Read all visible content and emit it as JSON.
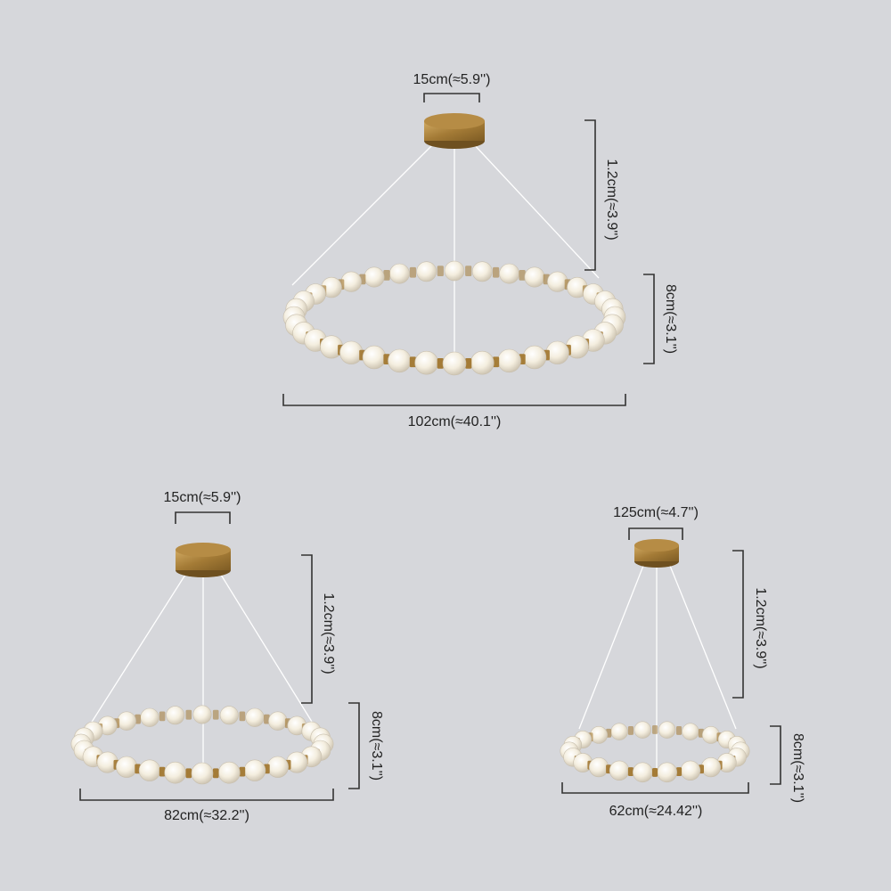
{
  "colors": {
    "background": "#d6d7db",
    "brass": "#a47b36",
    "brass_light": "#c9a15a",
    "glass": "#f7f2e6",
    "glass_shadow": "#c8bfae",
    "wire": "#ffffff",
    "dimension_line": "#333333"
  },
  "fixtures": [
    {
      "name": "ring-102",
      "canopy_width_label": "15cm(≈5.9'')",
      "drop_label": "1.2cm(≈3.9'')",
      "ring_height_label": "8cm(≈3.1'')",
      "diameter_label": "102cm(≈40.1'')",
      "bead_count": 36
    },
    {
      "name": "ring-82",
      "canopy_width_label": "15cm(≈5.9'')",
      "drop_label": "1.2cm(≈3.9'')",
      "ring_height_label": "8cm(≈3.1'')",
      "diameter_label": "82cm(≈32.2'')",
      "bead_count": 28
    },
    {
      "name": "ring-62",
      "canopy_width_label": "125cm(≈4.7'')",
      "drop_label": "1.2cm(≈3.9'')",
      "ring_height_label": "8cm(≈3.1'')",
      "diameter_label": "62cm(≈24.42'')",
      "bead_count": 22
    }
  ]
}
